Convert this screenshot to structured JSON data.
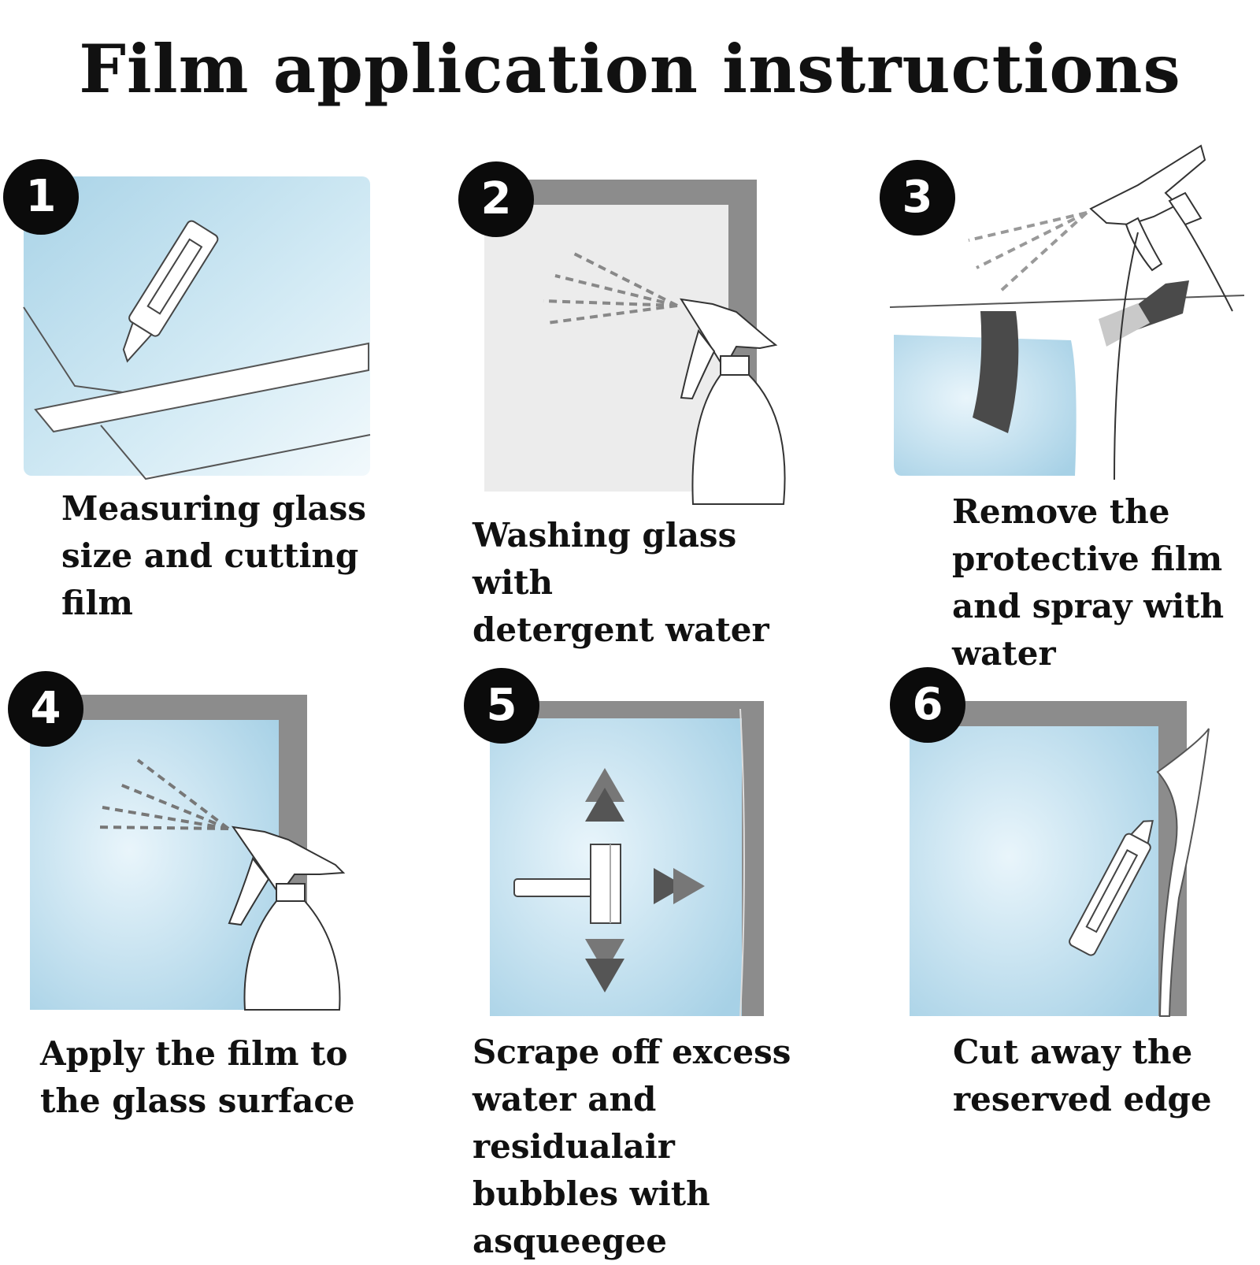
{
  "title": "Film application instructions",
  "steps": [
    {
      "number": "1",
      "caption": "Measuring glass\nsize and cutting\nfilm",
      "icon": "utility-knife-icon"
    },
    {
      "number": "2",
      "caption": "Washing glass with\ndetergent water",
      "icon": "spray-bottle-icon"
    },
    {
      "number": "3",
      "caption": "Remove the\nprotective film\nand spray with\nwater",
      "icon": "spray-bottle-icon"
    },
    {
      "number": "4",
      "caption": "Apply the film to\nthe glass surface",
      "icon": "spray-bottle-icon"
    },
    {
      "number": "5",
      "caption": "Scrape off excess\nwater and residualair\nbubbles with\nasqueegee",
      "icon": "squeegee-icon"
    },
    {
      "number": "6",
      "caption": "Cut away the\nreserved edge",
      "icon": "utility-knife-icon"
    }
  ],
  "colors": {
    "glass_light": "#e8f4fa",
    "glass_blue": "#a9d3e7",
    "frame_gray": "#8c8c8c",
    "badge": "#0b0b0b"
  }
}
